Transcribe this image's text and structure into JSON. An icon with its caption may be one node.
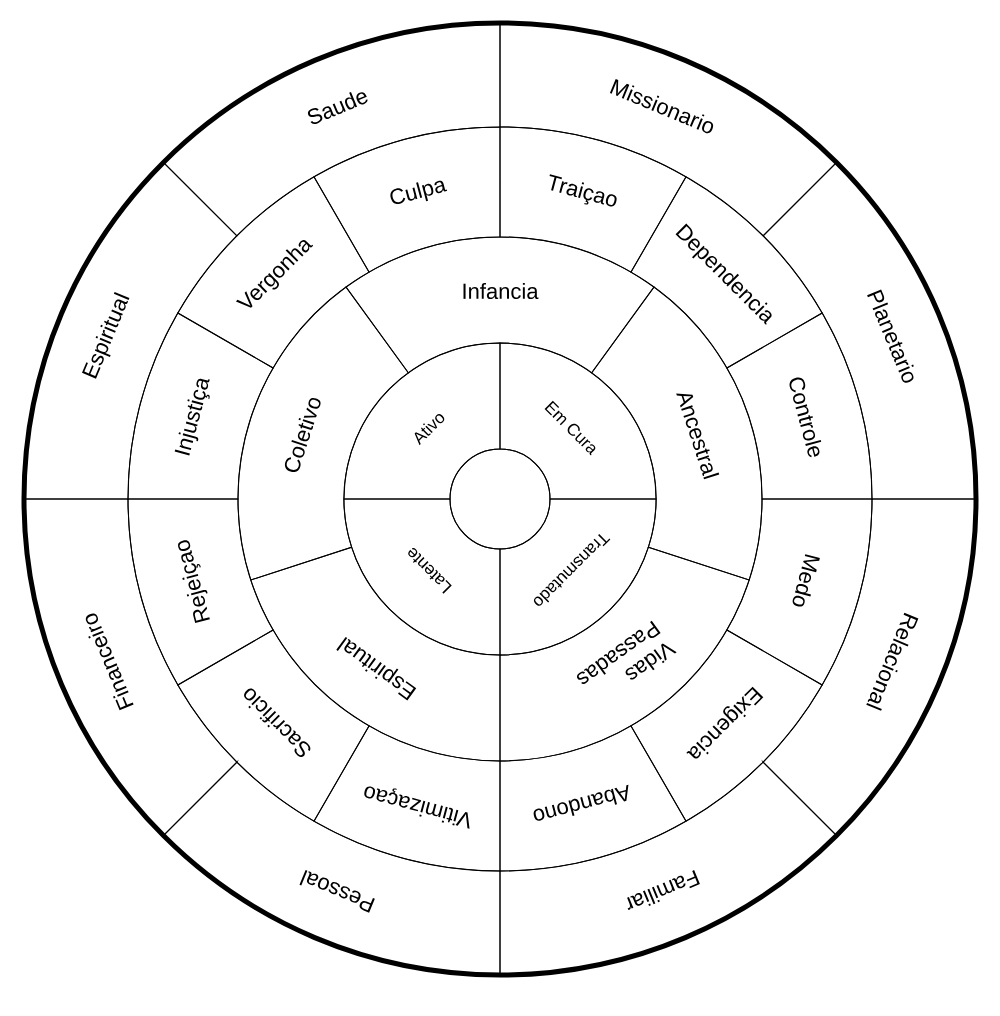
{
  "diagram": {
    "nodes": [
      {
        "text": [
          "Saude"
        ]
      },
      {
        "text": [
          "Missionario"
        ]
      },
      {
        "text": [
          "Planetario"
        ]
      },
      {
        "text": [
          "Relacional"
        ]
      },
      {
        "text": [
          "Familiar"
        ]
      },
      {
        "text": [
          "Pessoal"
        ]
      },
      {
        "text": [
          "Financeiro"
        ]
      },
      {
        "text": [
          "Espiritual"
        ]
      },
      {
        "text": [
          "Culpa"
        ]
      },
      {
        "text": [
          "Traiçao"
        ]
      },
      {
        "text": [
          "Dependencia"
        ]
      },
      {
        "text": [
          "Controle"
        ]
      },
      {
        "text": [
          "Medo"
        ]
      },
      {
        "text": [
          "Exigencia"
        ]
      },
      {
        "text": [
          "Abandono"
        ]
      },
      {
        "text": [
          "Vitimizaçao"
        ]
      },
      {
        "text": [
          "Sacrificio"
        ]
      },
      {
        "text": [
          "Rejeiçao"
        ]
      },
      {
        "text": [
          "Injustiça"
        ]
      },
      {
        "text": [
          "Vergonha"
        ]
      },
      {
        "text": [
          "Infancia"
        ]
      },
      {
        "text": [
          "Ancestral"
        ]
      },
      {
        "text": [
          "Vidas Passadas"
        ]
      },
      {
        "text": [
          "Espiritual"
        ]
      },
      {
        "text": [
          "Coletivo"
        ]
      },
      {
        "text": [
          "Ativo"
        ]
      },
      {
        "text": [
          "Em Cura"
        ]
      },
      {
        "text": [
          "Transmutado"
        ]
      },
      {
        "text": [
          "Latente"
        ]
      },
      {
        "text": [],
        "shape": "circle"
      }
    ]
  }
}
